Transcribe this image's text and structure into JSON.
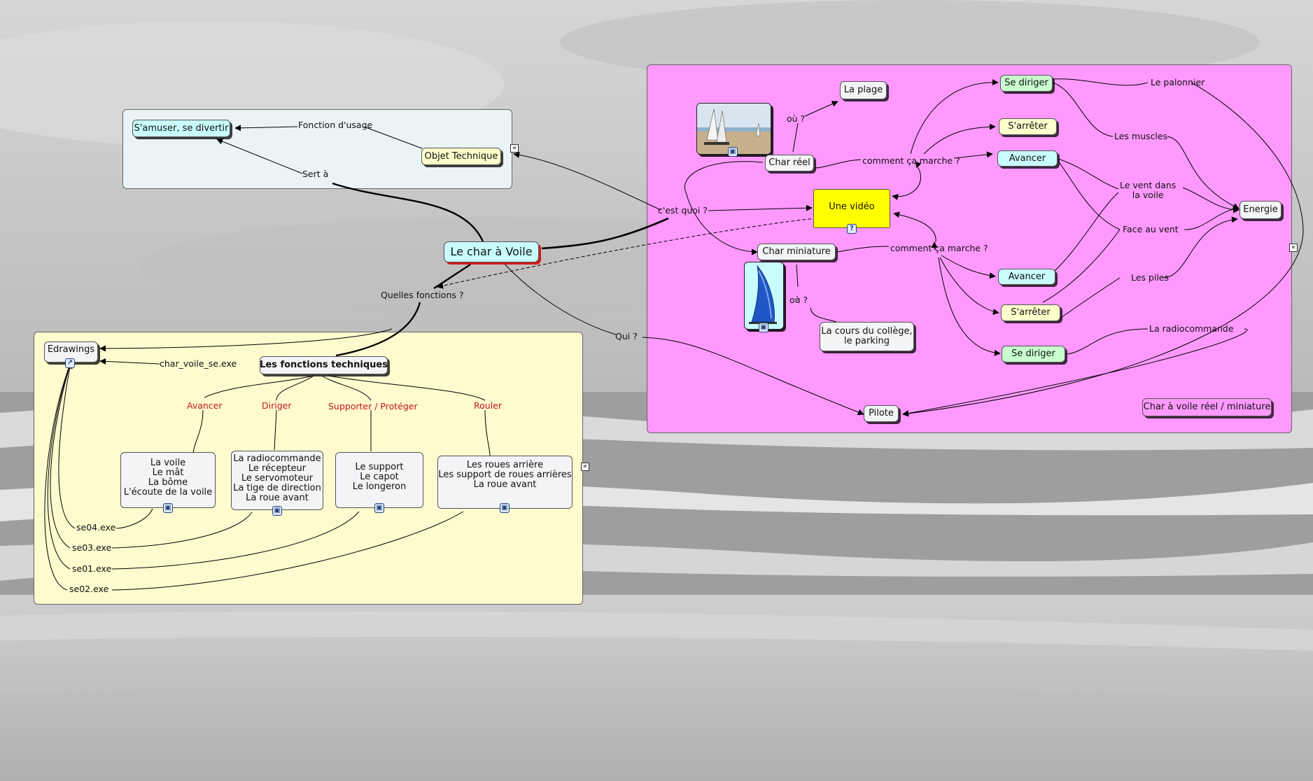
{
  "colors": {
    "panel_pink": "#ff99ff",
    "panel_yellow": "#fffbcf",
    "panel_light": "#eaf4f7",
    "node_cyan": "#c9fdfd",
    "node_yellow": "#ffffcc",
    "node_green": "#c9ffcf",
    "node_white": "#f2f4f6",
    "node_video": "#ffff00",
    "label_red": "#c0141c"
  },
  "central": {
    "title": "Le char à Voile"
  },
  "usage": {
    "amuser": "S'amuser, se divertir",
    "fonction_usage": "Fonction d'usage",
    "objet_technique": "Objet Technique",
    "sert_a": "Sert à"
  },
  "technique": {
    "edrawings": "Edrawings",
    "exe_main": "char_voile_se.exe",
    "title": "Les fonctions techniques",
    "quelles_fonctions": "Quelles fonctions  ?",
    "functions": [
      "Avancer",
      "Diriger",
      "Supporter / Protéger",
      "Rouler"
    ],
    "boxes": [
      [
        "La voile",
        "Le mât",
        "La bôme",
        "L'écoute de la voile"
      ],
      [
        "La radiocommande",
        "Le récepteur",
        "Le servomoteur",
        "La tige de direction",
        "La roue avant"
      ],
      [
        "Le support",
        "Le capot",
        "Le longeron"
      ],
      [
        "Les roues arrière",
        "Les support de roues arrières",
        "La roue avant"
      ]
    ],
    "exes": [
      "se04.exe",
      "se03.exe",
      "se01.exe",
      "se02.exe"
    ]
  },
  "reel": {
    "cest_quoi": "c'est quoi ?",
    "char_reel": "Char réel",
    "ou_1": "où ?",
    "la_plage": "La plage",
    "comment_1": "comment ça marche ?",
    "video": "Une vidéo",
    "char_miniature": "Char miniature",
    "ou_2": "où ?",
    "cours": [
      "La cours du collège,",
      "le parking"
    ],
    "comment_2": "comment ça marche ?",
    "se_diriger_1": "Se diriger",
    "sarreter_1": "S'arrêter",
    "avancer_1": "Avancer",
    "avancer_2": "Avancer",
    "sarreter_2": "S'arrêter",
    "se_diriger_2": "Se diriger",
    "le_palonnier": "Le palonnier",
    "les_muscles": "Les muscles",
    "vent_voile": [
      "Le vent dans",
      "la voile"
    ],
    "face_vent": "Face au vent",
    "les_piles": "Les piles",
    "radiocommande": "La radiocommande",
    "energie": "Energie",
    "qui": "Qui ?",
    "pilote": "Pilote",
    "panel_title": "Char à voile réel / miniature"
  }
}
